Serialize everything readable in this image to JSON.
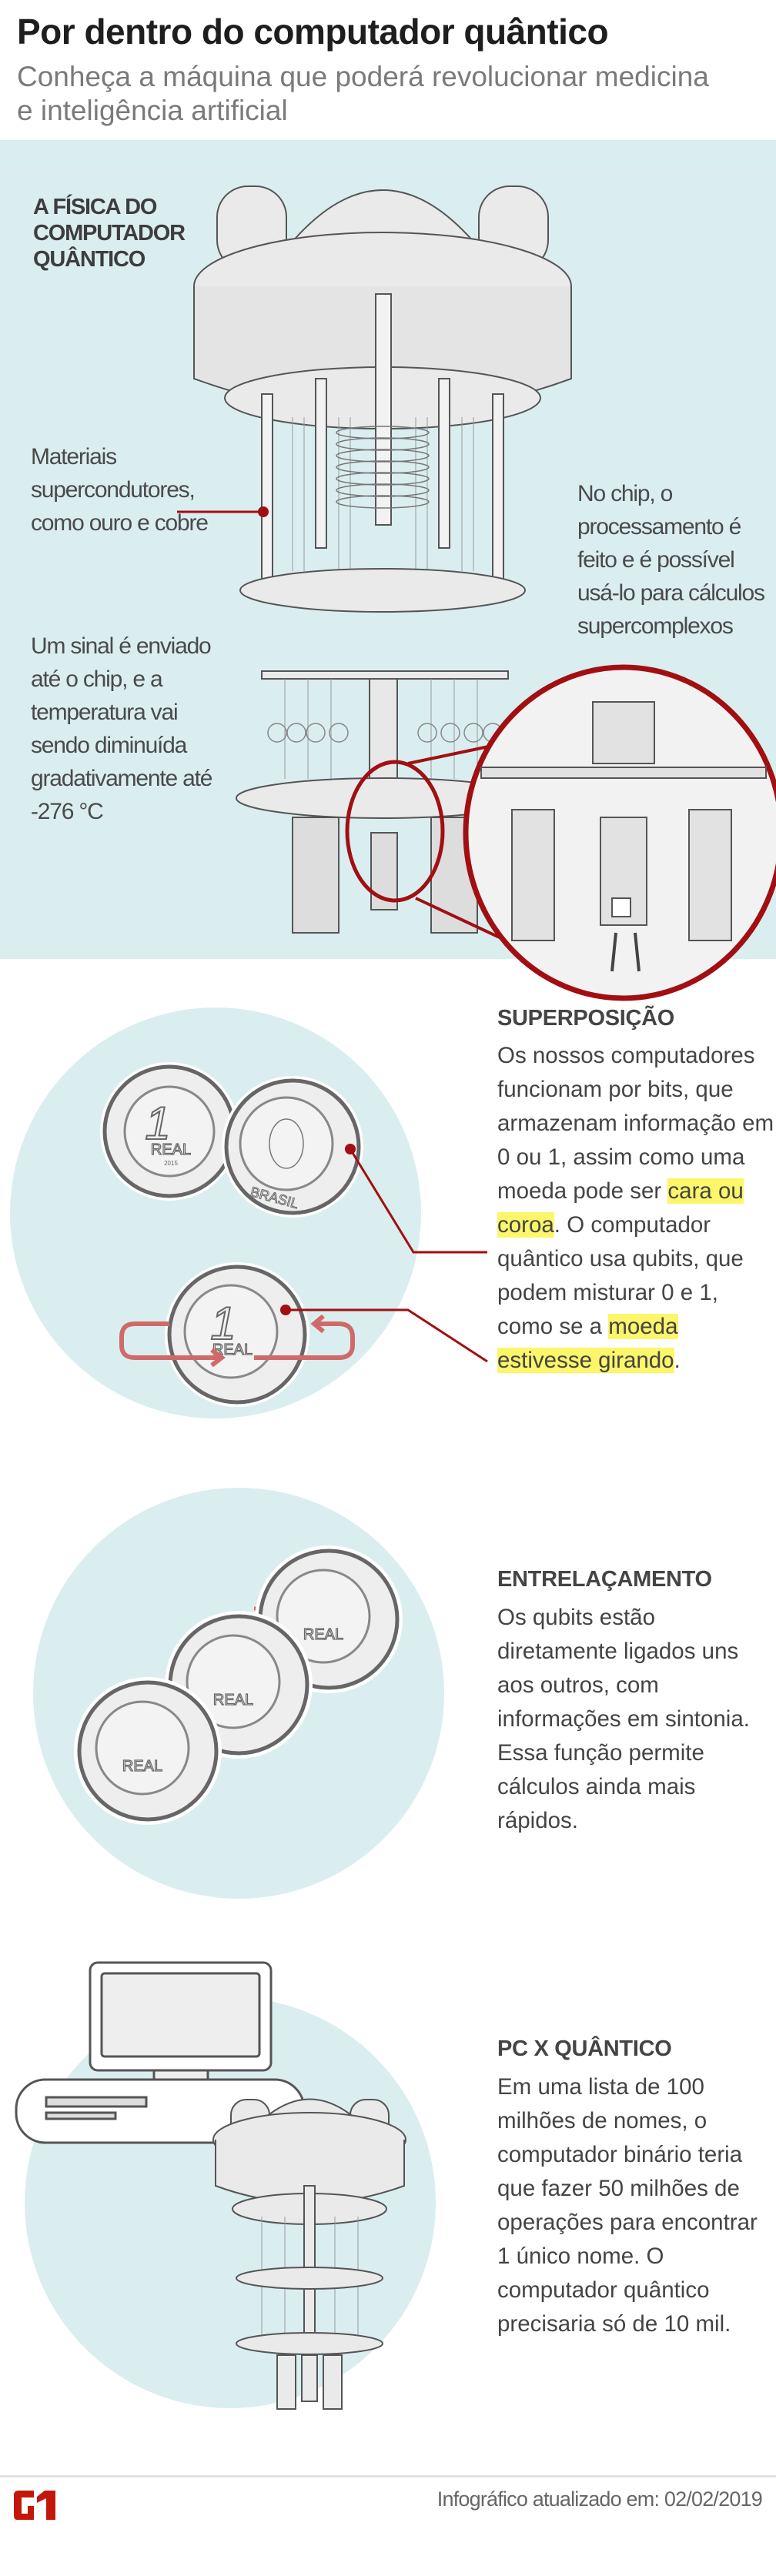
{
  "header": {
    "title": "Por dentro do computador quântico",
    "subtitle": "Conheça a máquina que poderá revolucionar medicina e inteligência artificial"
  },
  "physics": {
    "heading": "A FÍSICA DO COMPUTADOR QUÂNTICO",
    "label_materials": "Materiais supercondutores, como ouro e cobre",
    "label_signal": "Um sinal é enviado até o chip, e a temperatura vai sendo diminuída gradativamente até -276 °C",
    "label_chip": "No chip,  o processamento é feito e é possível usá-lo para cálculos supercomplexos"
  },
  "superposition": {
    "heading": "SUPERPOSIÇÃO",
    "body_part1": "Os nossos computadores funcionam por bits, que armazenam informação em 0 ou 1, assim como uma moeda pode ser ",
    "highlight1": "cara ou coroa",
    "body_part2": ". O computador quântico usa qubits, que podem misturar 0 e 1, como se a ",
    "highlight2": "moeda estivesse girando",
    "body_part3": ".",
    "coin_text_value": "1",
    "coin_text_real": "REAL",
    "coin_text_year": "2015",
    "coin_text_country": "BRASIL"
  },
  "entanglement": {
    "heading": "ENTRELAÇAMENTO",
    "body": "Os qubits estão diretamente ligados uns aos outros, com informações em sintonia. Essa função permite cálculos ainda mais rápidos."
  },
  "pc_vs_quantum": {
    "heading": "PC X QUÂNTICO",
    "body": "Em uma lista de 100 milhões de nomes, o computador binário teria que fazer 50 milhões de operações para encontrar 1 único nome. O computador quântico precisaria só de 10 mil."
  },
  "footer": {
    "logo": "G1",
    "updated": "Infográfico atualizado em: 02/02/2019"
  },
  "colors": {
    "accent_red": "#a10f12",
    "background_blue": "#daeef0",
    "highlight_yellow": "#fbf66a",
    "arrow_red": "#d06a6a",
    "logo_red": "#c4170c"
  }
}
